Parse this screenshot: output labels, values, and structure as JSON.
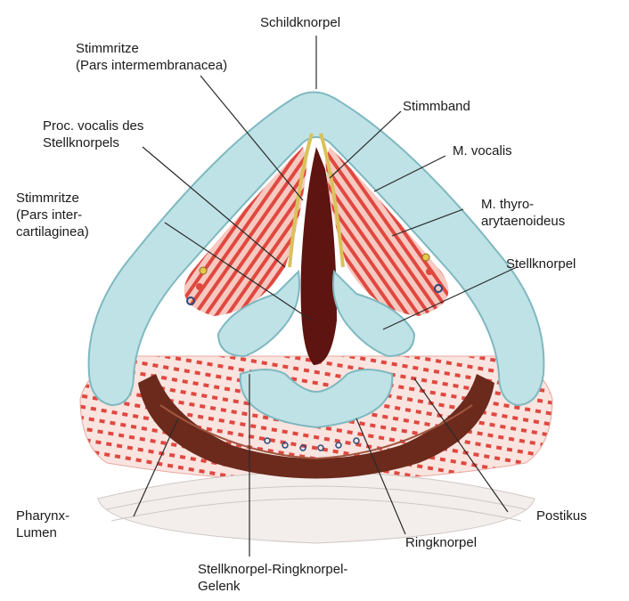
{
  "labels": {
    "schildknorpel": "Schildknorpel",
    "stimmritze_pi": [
      "Stimmritze",
      "(Pars intermembranacea)"
    ],
    "stimmband": "Stimmband",
    "proc_vocalis": [
      "Proc. vocalis des",
      "Stellknorpels"
    ],
    "m_vocalis": "M. vocalis",
    "m_thyro": [
      "M. thyro-",
      "arytaenoideus"
    ],
    "stimmritze_pc": [
      "Stimmritze",
      "(Pars inter-",
      "cartilaginea)"
    ],
    "stellknorpel": "Stellknorpel",
    "pharynx": [
      "Pharynx-",
      "Lumen"
    ],
    "postikus": "Postikus",
    "ringknorpel": "Ringknorpel",
    "gelenk": [
      "Stellknorpel-Ringknorpel-",
      "Gelenk"
    ]
  },
  "colors": {
    "cartilage": "#bfe2e6",
    "cartilage_edge": "#7fb8c0",
    "muscle": "#e0483f",
    "muscle_light": "#f2b3a8",
    "ligament": "#d9c25a",
    "glottis": "#5e1410",
    "pharynx": "#6b2a1c",
    "tissue": "#f6ecea"
  }
}
